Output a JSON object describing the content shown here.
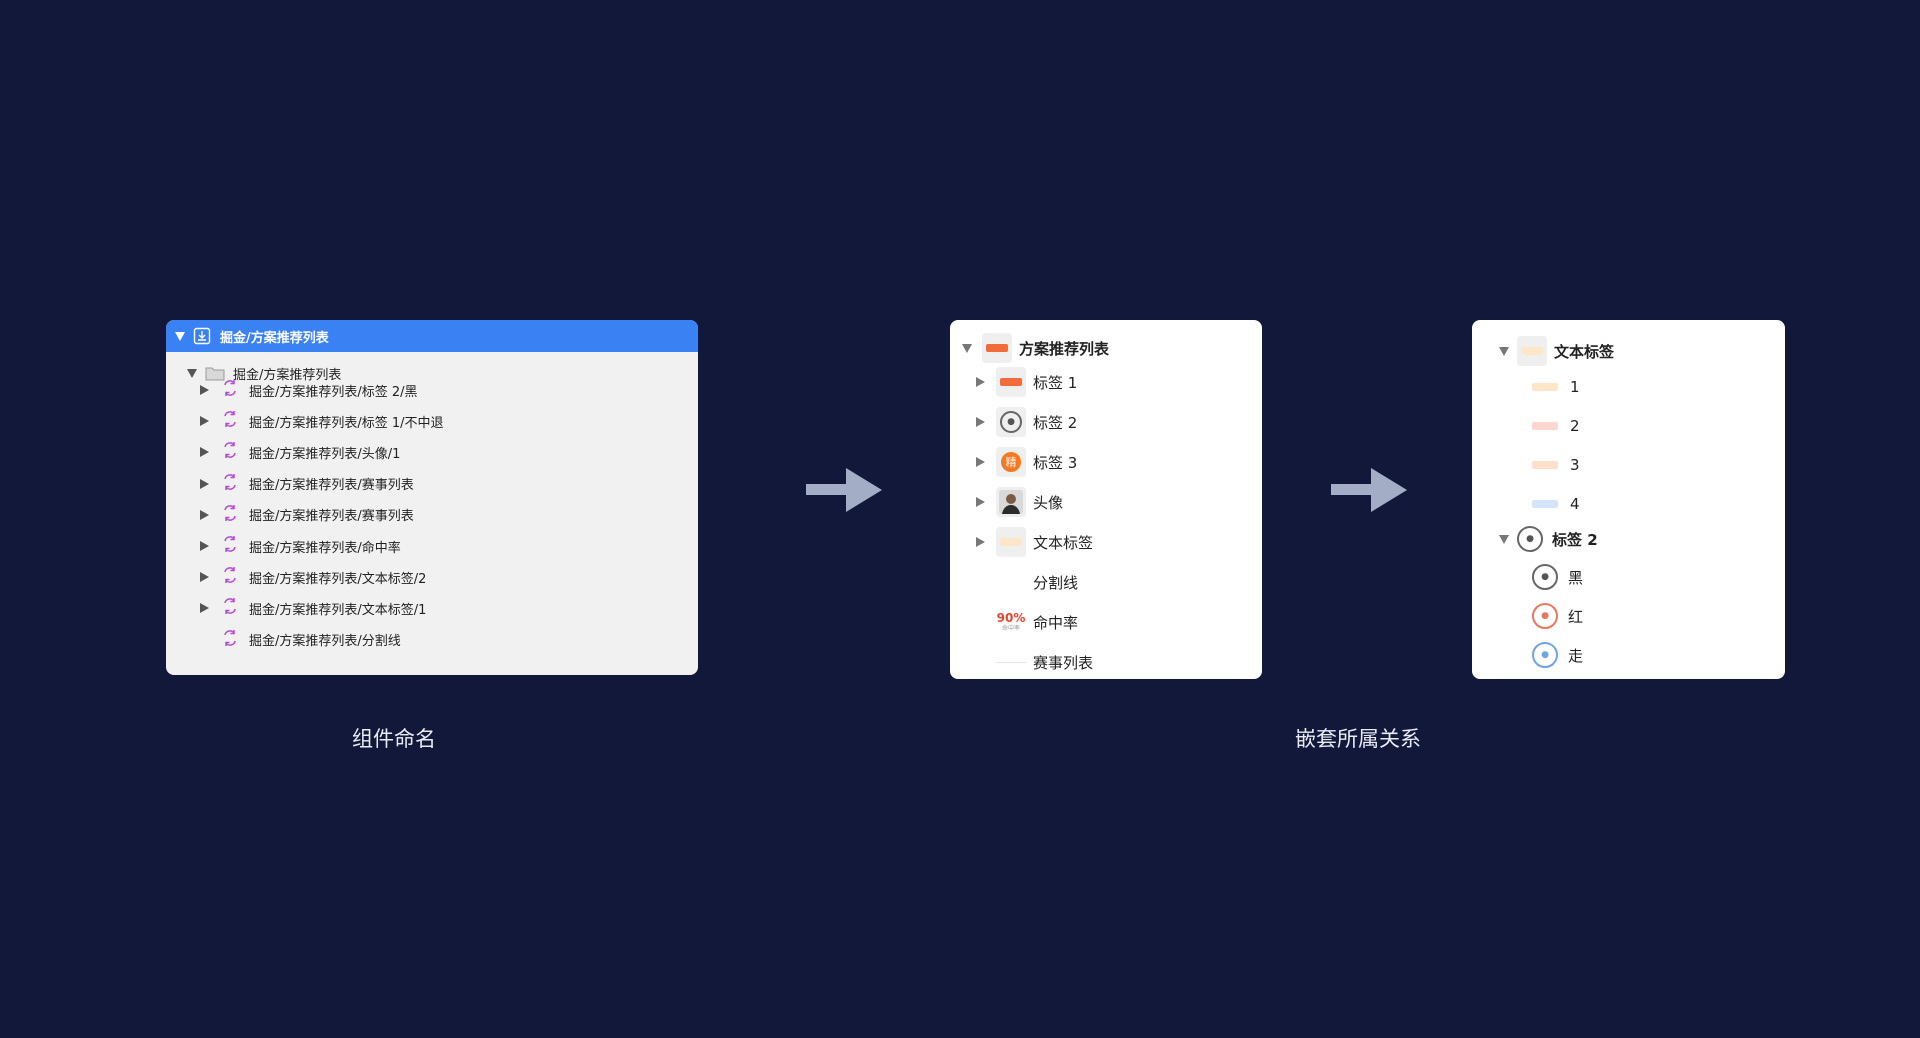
{
  "left_panel": {
    "header": "掘金/方案推荐列表",
    "folder": "掘金/方案推荐列表",
    "items": [
      {
        "label": "掘金/方案推荐列表/标签 2/黑",
        "expandable": true
      },
      {
        "label": "掘金/方案推荐列表/标签 1/不中退",
        "expandable": true
      },
      {
        "label": "掘金/方案推荐列表/头像/1",
        "expandable": true
      },
      {
        "label": "掘金/方案推荐列表/赛事列表",
        "expandable": true
      },
      {
        "label": "掘金/方案推荐列表/赛事列表",
        "expandable": true
      },
      {
        "label": "掘金/方案推荐列表/命中率",
        "expandable": true
      },
      {
        "label": "掘金/方案推荐列表/文本标签/2",
        "expandable": true
      },
      {
        "label": "掘金/方案推荐列表/文本标签/1",
        "expandable": true
      },
      {
        "label": "掘金/方案推荐列表/分割线",
        "expandable": false
      }
    ],
    "caption": "组件命名"
  },
  "middle_panel": {
    "title": "方案推荐列表",
    "items": [
      {
        "label": "标签 1",
        "expandable": true
      },
      {
        "label": "标签 2",
        "expandable": true
      },
      {
        "label": "标签 3",
        "expandable": true
      },
      {
        "label": "头像",
        "expandable": true
      },
      {
        "label": "文本标签",
        "expandable": true
      },
      {
        "label": "分割线",
        "expandable": false
      },
      {
        "label": "命中率",
        "expandable": false
      },
      {
        "label": "赛事列表",
        "expandable": false
      }
    ],
    "badge_label_3": "精",
    "hit_rate_value": "90%",
    "hit_rate_caption": "命中率"
  },
  "right_panel": {
    "group1_title": "文本标签",
    "group1_items": [
      "1",
      "2",
      "3",
      "4"
    ],
    "group2_title": "标签 2",
    "group2_items": [
      "黑",
      "红",
      "走"
    ]
  },
  "caption_right": "嵌套所属关系",
  "colors": {
    "background": "#11183a",
    "header_blue": "#3a82f4",
    "component_icon": "#b54bd8",
    "arrow": "#a3aec6"
  }
}
